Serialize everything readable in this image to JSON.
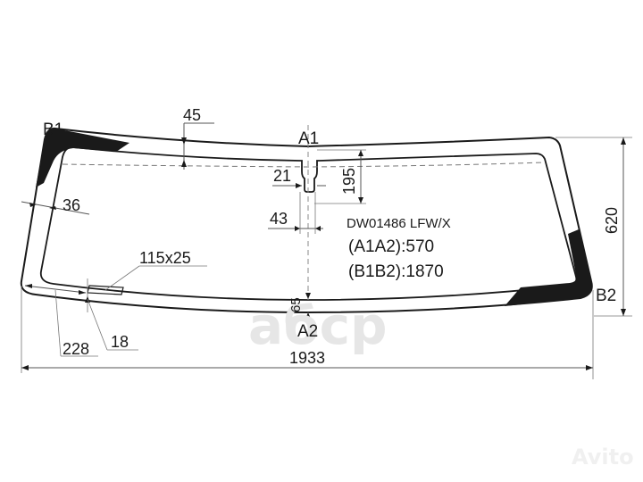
{
  "diagram": {
    "part_code": "DW01486 LFW/X",
    "specs": [
      {
        "label": "(A1A2):570"
      },
      {
        "label": "(B1B2):1870"
      }
    ],
    "points": {
      "b1": "B1",
      "a1": "A1",
      "b2": "B2",
      "a2": "A2"
    },
    "dimensions": {
      "top_band": "45",
      "side_band": "36",
      "mirror_neck": "21",
      "mirror_width": "43",
      "mirror_height": "195",
      "total_height": "620",
      "bottom_band": "65",
      "total_width": "1933",
      "vin_window": "115x25",
      "vin_offset": "228",
      "vin_margin": "18"
    },
    "colors": {
      "line": "#1a1a1a",
      "dim_line": "#555555",
      "frit": "#1a1a1a",
      "watermark": "#e6e6e6"
    }
  },
  "watermarks": {
    "center": "aбcp",
    "corner": "Avito"
  }
}
